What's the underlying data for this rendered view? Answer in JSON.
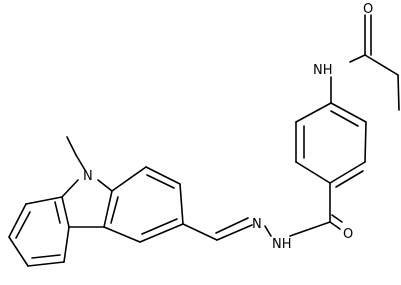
{
  "molecule": {
    "atoms": {
      "carbazole_n": "N",
      "carbonyl_o_amide_right": "O",
      "carbonyl_o_hydrazide": "O",
      "anilide_nh": "NH",
      "hydrazone_n": "N",
      "hydrazide_nh": "NH"
    }
  }
}
